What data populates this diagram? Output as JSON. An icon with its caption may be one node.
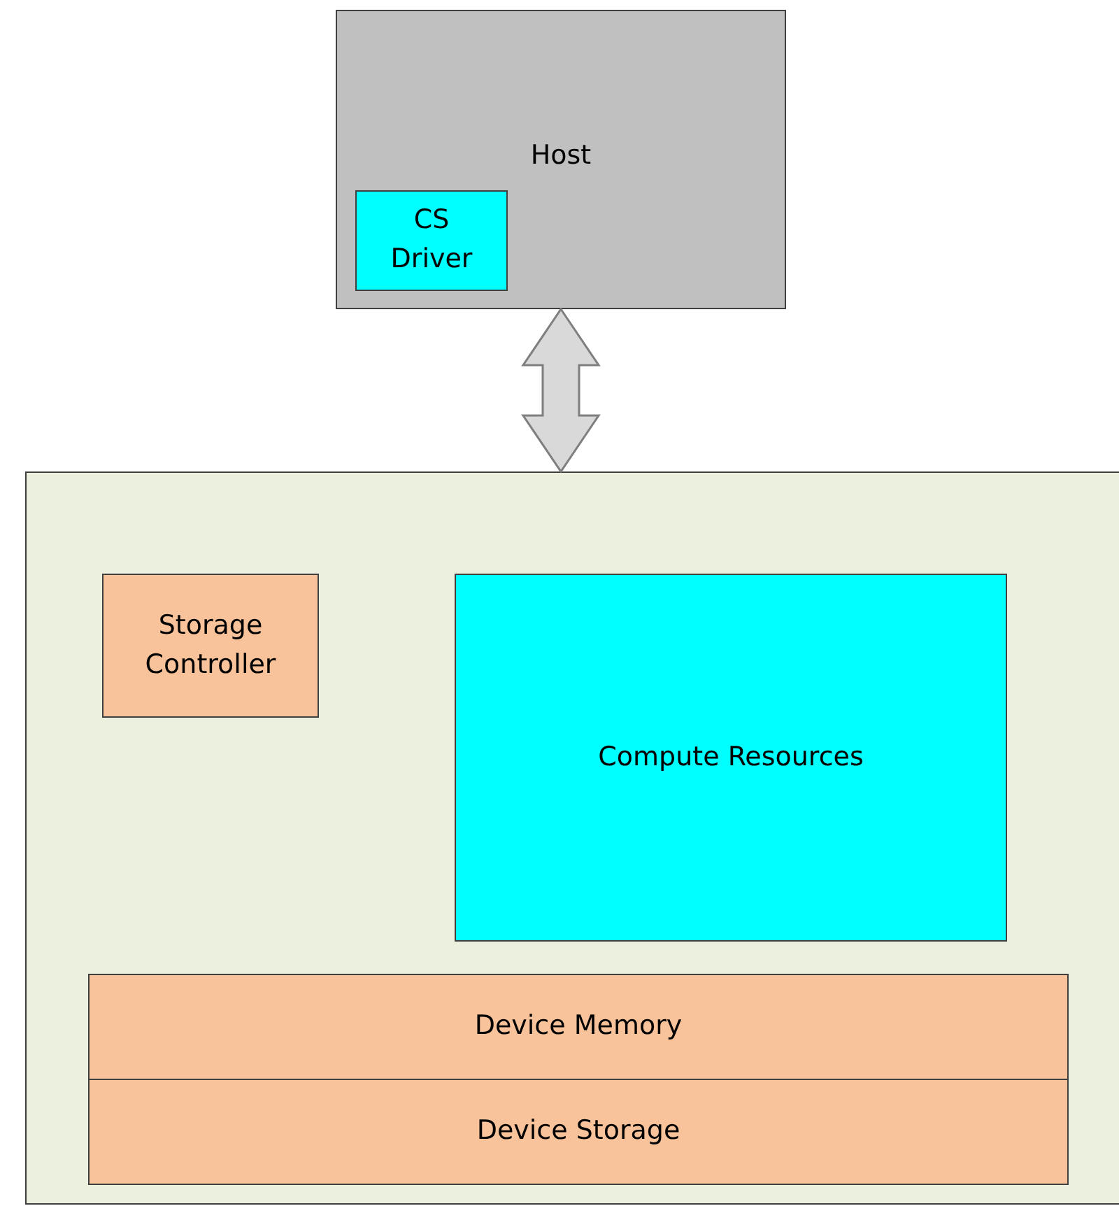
{
  "diagram": {
    "nodes": [
      {
        "text": [
          "Host"
        ]
      },
      {
        "text": [
          "CS Driver"
        ],
        "in": 0
      },
      {
        "text": [],
        "shape": "box"
      },
      {
        "text": [
          "Storage Controller"
        ],
        "in": 2
      },
      {
        "text": [
          "Compute Resources"
        ],
        "in": 2
      },
      {
        "text": [
          "Device Memory"
        ],
        "in": 2
      },
      {
        "text": [
          "Device Storage"
        ],
        "in": 2
      }
    ],
    "edges": [
      {
        "from": 0,
        "to": 2,
        "arrow": "both",
        "style": "thick"
      }
    ]
  }
}
